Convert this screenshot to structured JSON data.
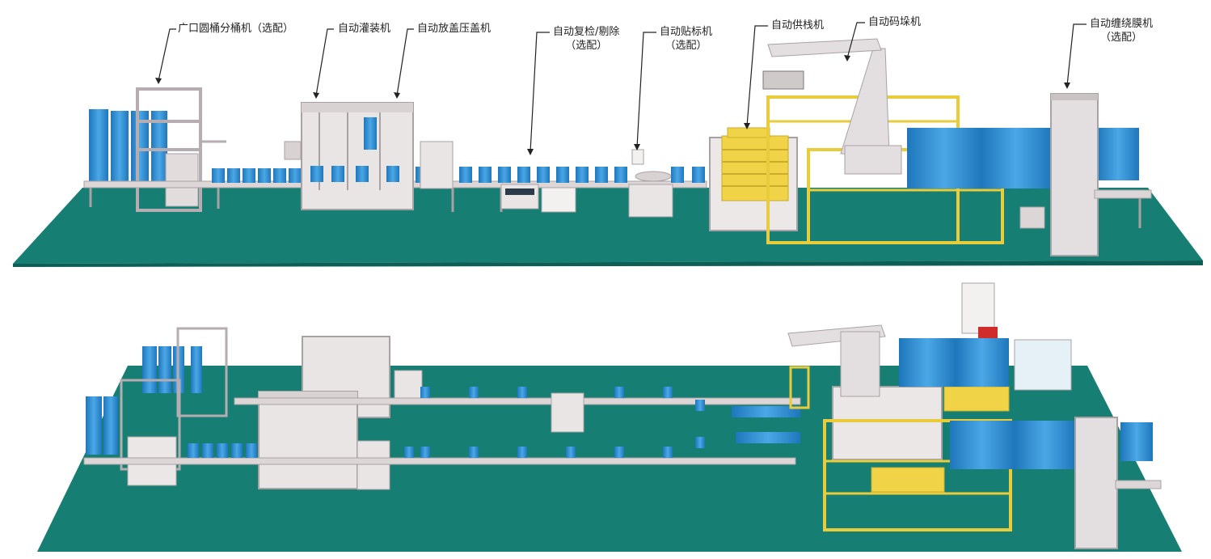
{
  "labels": {
    "bucket_separator": {
      "title": "广口圆桶分桶机（选配）"
    },
    "filling": {
      "title": "自动灌装机"
    },
    "capping": {
      "title": "自动放盖压盖机"
    },
    "recheck": {
      "title": "自动复检/剔除",
      "sub": "（选配）"
    },
    "labeling": {
      "title": "自动贴标机",
      "sub": "（选配）"
    },
    "pallet_supply": {
      "title": "自动供栈机"
    },
    "palletizer": {
      "title": "自动码垛机"
    },
    "wrapper": {
      "title": "自动缠绕膜机",
      "sub": "（选配）"
    }
  },
  "colors": {
    "floor": "#167e72",
    "floor_dark": "#0d6a5e",
    "bucket": "#2c8fd6",
    "bucket_light": "#5fb3ea",
    "machine": "#e9e5e5",
    "machine_edge": "#a9a2a5",
    "fence": "#e9cc3b",
    "pallet": "#f1d347",
    "arrow": "#222222"
  }
}
